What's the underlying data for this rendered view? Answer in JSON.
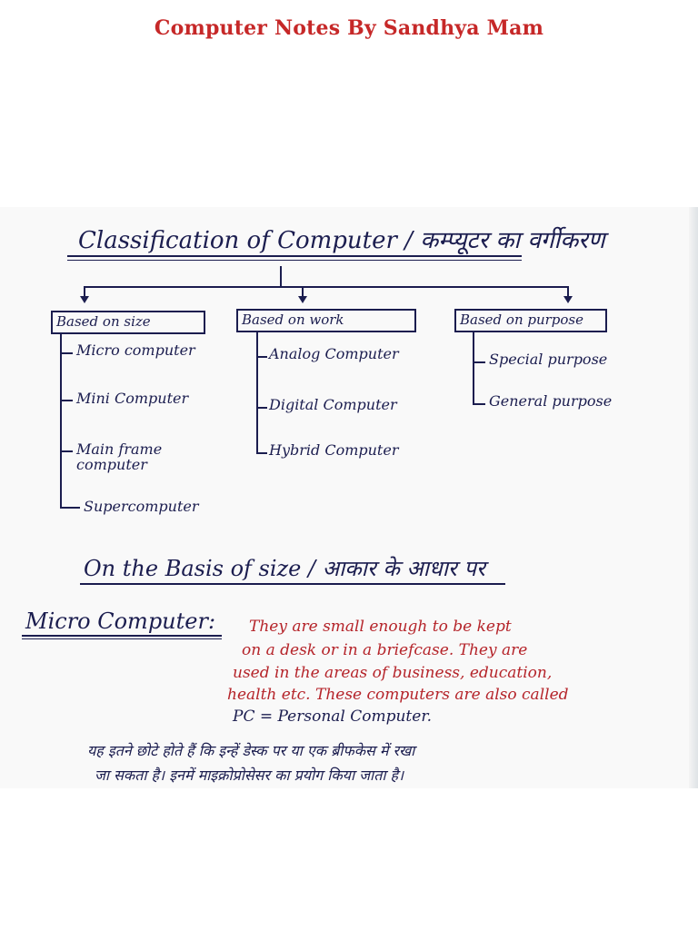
{
  "header": {
    "title": "Computer Notes By Sandhya Mam"
  },
  "notes": {
    "title": "Classification of Computer / कम्प्यूटर का वर्गीकरण",
    "categories": [
      {
        "label": "Based on size",
        "items": [
          "Micro computer",
          "Mini Computer",
          "Main frame computer",
          "Supercomputer"
        ]
      },
      {
        "label": "Based on work",
        "items": [
          "Analog Computer",
          "Digital Computer",
          "Hybrid Computer"
        ]
      },
      {
        "label": "Based on purpose",
        "items": [
          "Special purpose",
          "General purpose"
        ]
      }
    ],
    "section_heading": "On the Basis of size / आकार के आधार पर",
    "micro": {
      "term": "Micro Computer:",
      "english_lines": [
        "They are small enough to be kept",
        "on a desk or in a briefcase. They are",
        "used in the areas of business, education,",
        "health etc. These computers are also called",
        "PC = Personal Computer."
      ],
      "hindi_lines": [
        "यह इतने छोटे होते हैं कि इन्हें डेस्क पर या एक ब्रीफकेस में रखा",
        "जा सकता है। इनमें माइक्रोप्रोसेसर का प्रयोग किया जाता है।"
      ]
    }
  },
  "colors": {
    "header_red": "#c62828",
    "ink_blue": "#1b1d4f",
    "ink_red": "#b5242a"
  }
}
